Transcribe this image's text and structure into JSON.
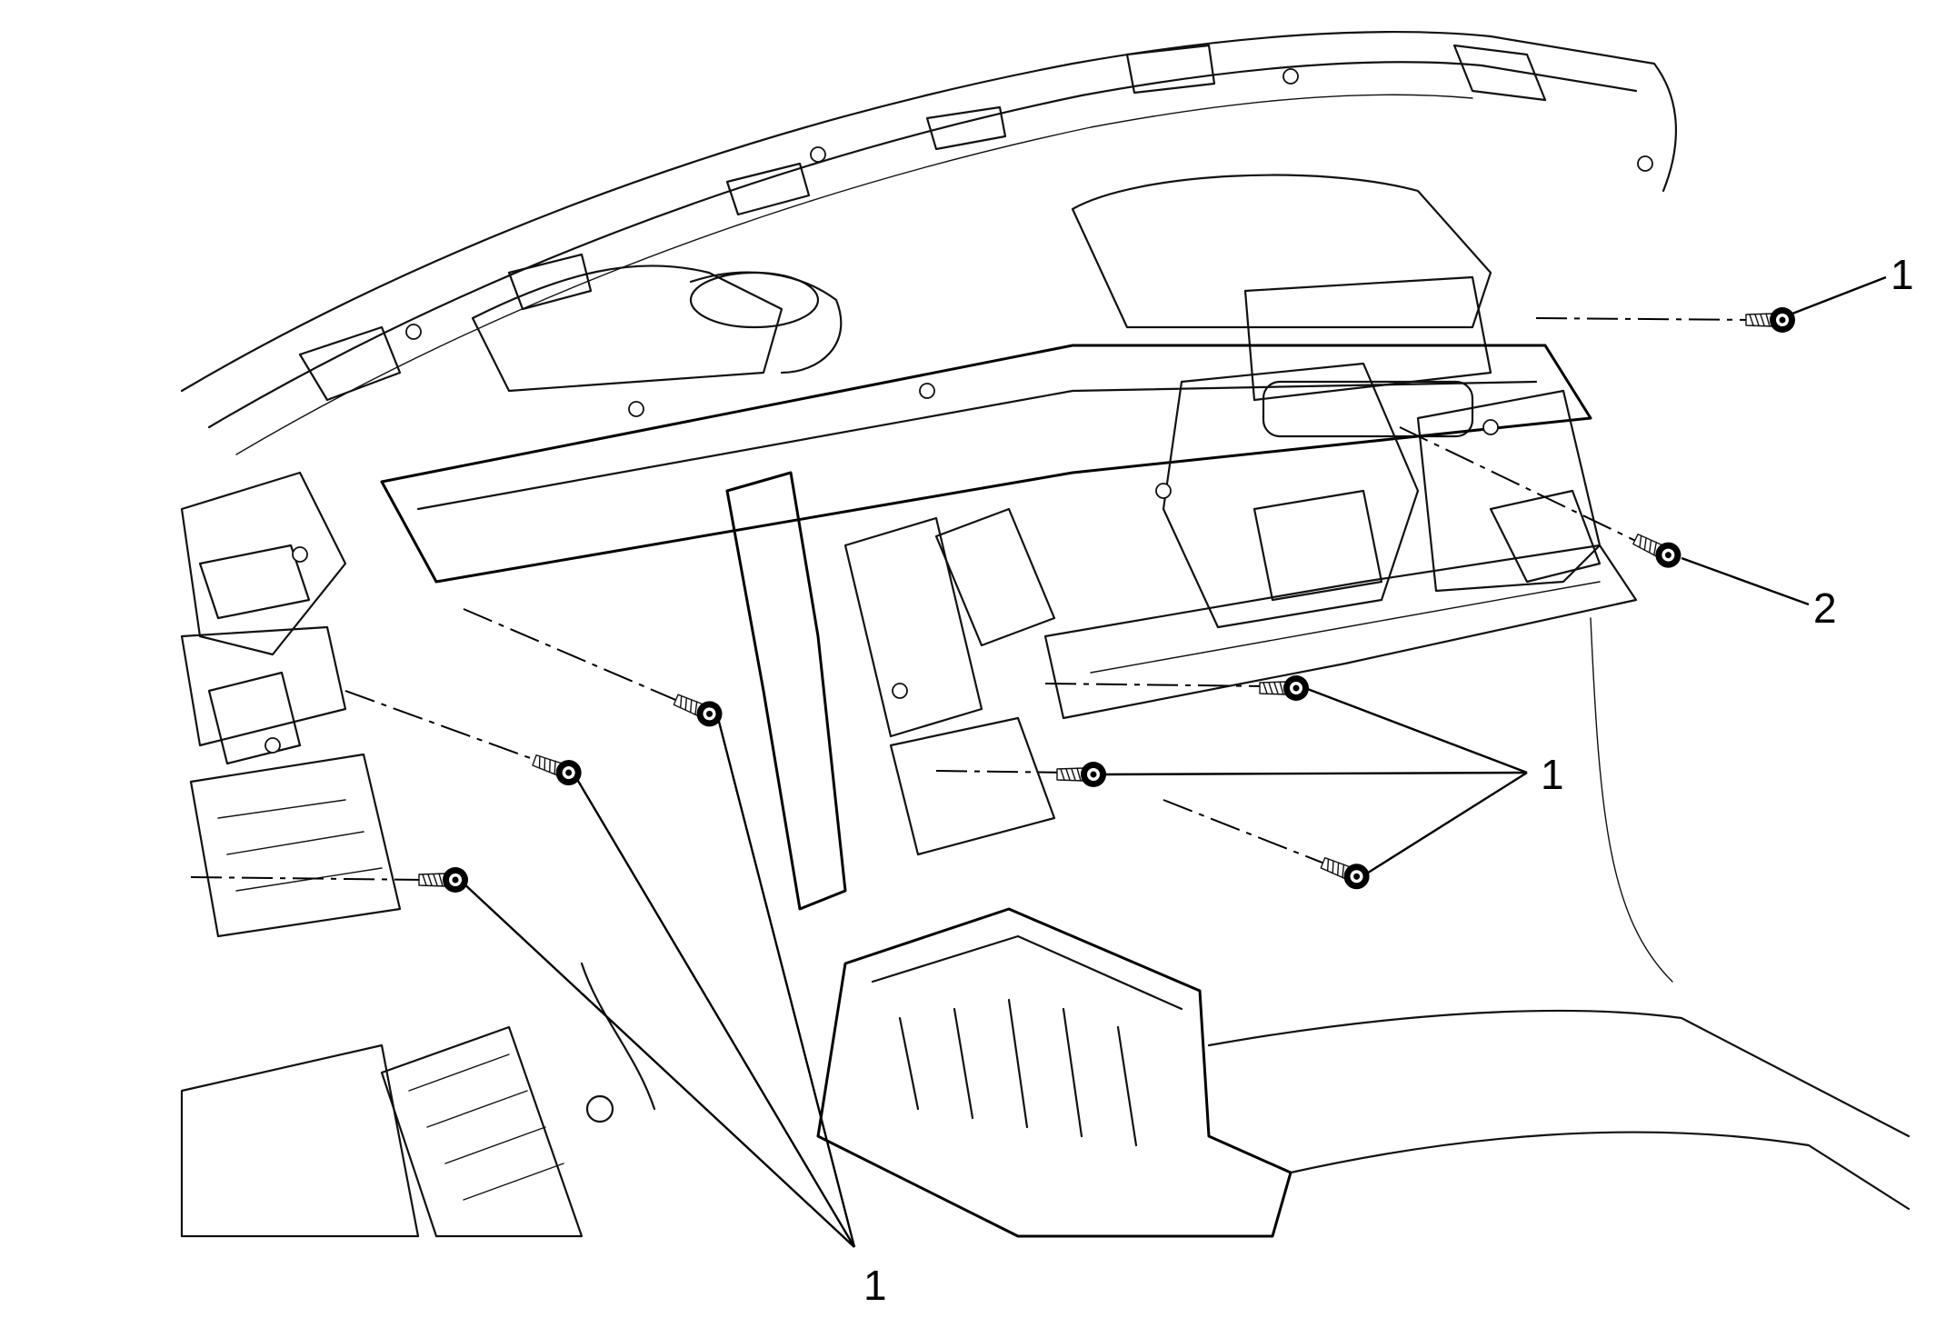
{
  "diagram": {
    "callouts": [
      {
        "id": "c1-top-right",
        "label": "1"
      },
      {
        "id": "c2-right",
        "label": "2"
      },
      {
        "id": "c1-center-right",
        "label": "1"
      },
      {
        "id": "c1-bottom",
        "label": "1"
      }
    ],
    "fastener_icon": "bolt-icon"
  }
}
